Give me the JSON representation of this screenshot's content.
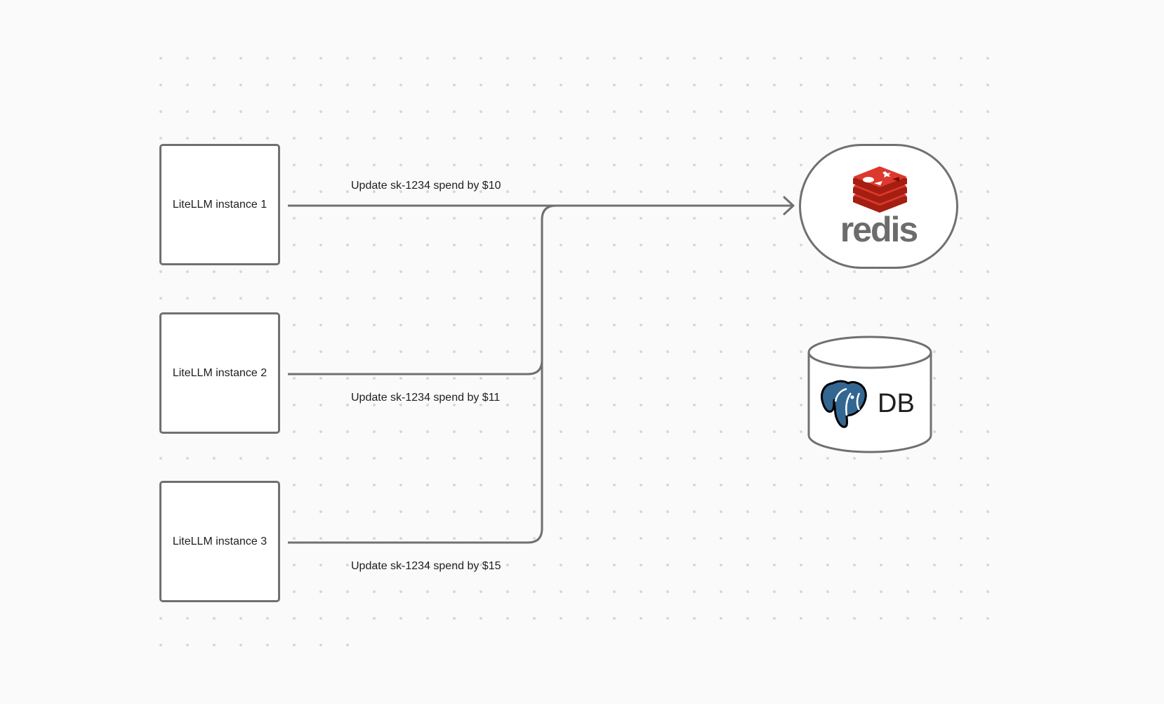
{
  "diagram": {
    "instances": [
      {
        "label": "LiteLLM instance 1"
      },
      {
        "label": "LiteLLM instance 2"
      },
      {
        "label": "LiteLLM instance 3"
      }
    ],
    "edges": [
      {
        "label": "Update sk-1234 spend by $10"
      },
      {
        "label": "Update sk-1234 spend by $11"
      },
      {
        "label": "Update sk-1234 spend by $15"
      }
    ],
    "cache": {
      "logo_text": "redis",
      "icon": "redis-logo-icon",
      "brand_color": "#dc382d"
    },
    "database": {
      "label": "DB",
      "icon": "postgresql-elephant-icon",
      "brand_color": "#336791"
    }
  },
  "colors": {
    "background": "#fafafa",
    "stroke": "#707070",
    "dot": "#d8d8d8",
    "text": "#1e1e1e"
  }
}
